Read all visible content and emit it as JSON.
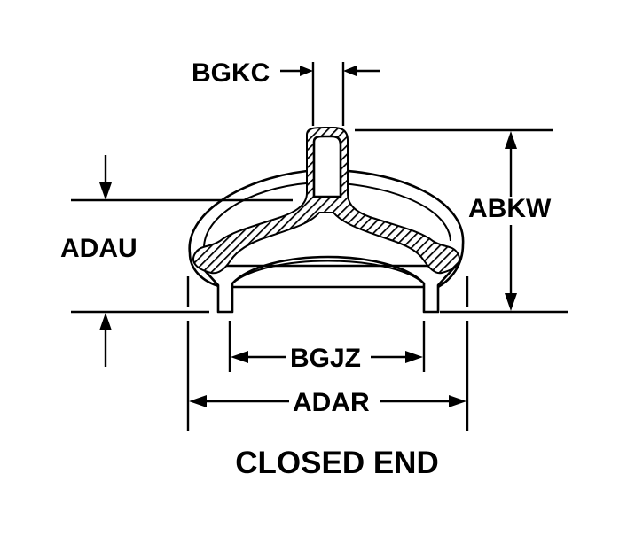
{
  "dimensions": {
    "top_gap": "BGKC",
    "overall_height": "ABKW",
    "left_height": "ADAU",
    "inner_width": "BGJZ",
    "outer_width": "ADAR"
  },
  "caption": "CLOSED END",
  "colors": {
    "ink": "#000000",
    "paper": "#ffffff"
  }
}
